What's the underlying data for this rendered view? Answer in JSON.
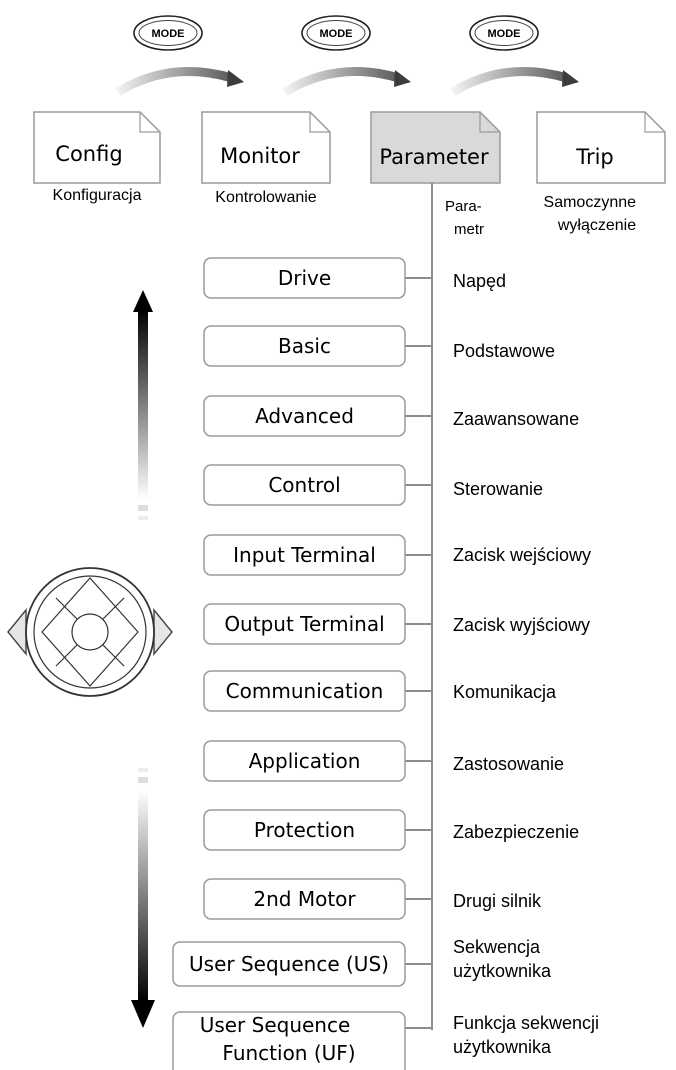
{
  "mode_buttons": [
    "MODE",
    "MODE",
    "MODE"
  ],
  "modes": [
    {
      "name": "Config",
      "translation_lines": [
        "Konfiguracja"
      ],
      "highlighted": false
    },
    {
      "name": "Monitor",
      "translation_lines": [
        "Kontrolowanie"
      ],
      "highlighted": false
    },
    {
      "name": "Parameter",
      "translation_lines": [
        "Para-",
        "metr"
      ],
      "highlighted": true
    },
    {
      "name": "Trip",
      "translation_lines": [
        "Samoczynne",
        "wyłączenie"
      ],
      "highlighted": false
    }
  ],
  "parameter_groups": [
    {
      "label_lines": [
        "Drive"
      ],
      "translation_lines": [
        "Napęd"
      ]
    },
    {
      "label_lines": [
        "Basic"
      ],
      "translation_lines": [
        "Podstawowe"
      ]
    },
    {
      "label_lines": [
        "Advanced"
      ],
      "translation_lines": [
        "Zaawansowane"
      ]
    },
    {
      "label_lines": [
        "Control"
      ],
      "translation_lines": [
        "Sterowanie"
      ]
    },
    {
      "label_lines": [
        "Input Terminal"
      ],
      "translation_lines": [
        "Zacisk wejściowy"
      ]
    },
    {
      "label_lines": [
        "Output Terminal"
      ],
      "translation_lines": [
        "Zacisk wyjściowy"
      ]
    },
    {
      "label_lines": [
        "Communication"
      ],
      "translation_lines": [
        "Komunikacja"
      ]
    },
    {
      "label_lines": [
        "Application"
      ],
      "translation_lines": [
        "Zastosowanie"
      ]
    },
    {
      "label_lines": [
        "Protection"
      ],
      "translation_lines": [
        "Zabezpieczenie"
      ]
    },
    {
      "label_lines": [
        "2nd Motor"
      ],
      "translation_lines": [
        "Drugi silnik"
      ]
    },
    {
      "label_lines": [
        "User Sequence (US)"
      ],
      "translation_lines": [
        "Sekwencja",
        "użytkownika"
      ]
    },
    {
      "label_lines": [
        "User Sequence",
        "Function (UF)"
      ],
      "translation_lines": [
        "Funkcja sekwencji",
        "użytkownika"
      ]
    }
  ],
  "colors": {
    "highlight_fill": "#d9d9d9",
    "box_stroke": "#9a9a9a",
    "line": "#8c8c8c"
  },
  "icons": [
    "mode-key-icon",
    "curved-arrow-icon",
    "navigation-key-icon",
    "up-arrow-icon",
    "down-arrow-icon"
  ]
}
